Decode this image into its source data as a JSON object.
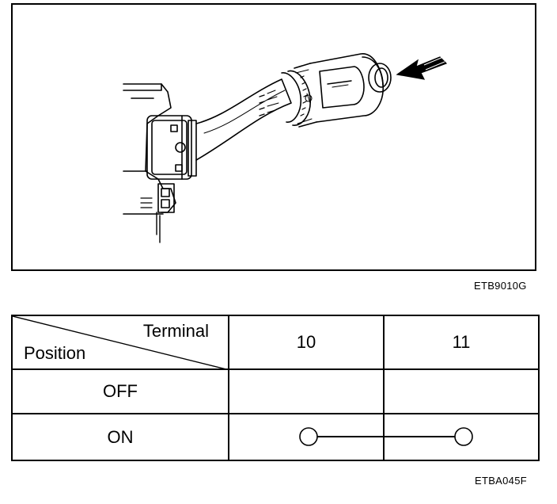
{
  "figure": {
    "code_top": "ETB9010G",
    "code_bottom": "ETBA045F"
  },
  "table": {
    "header_terminal": "Terminal",
    "header_position": "Position",
    "terminals": [
      "10",
      "11"
    ],
    "rows": [
      {
        "position": "OFF",
        "connected": false
      },
      {
        "position": "ON",
        "connected": true
      }
    ]
  }
}
